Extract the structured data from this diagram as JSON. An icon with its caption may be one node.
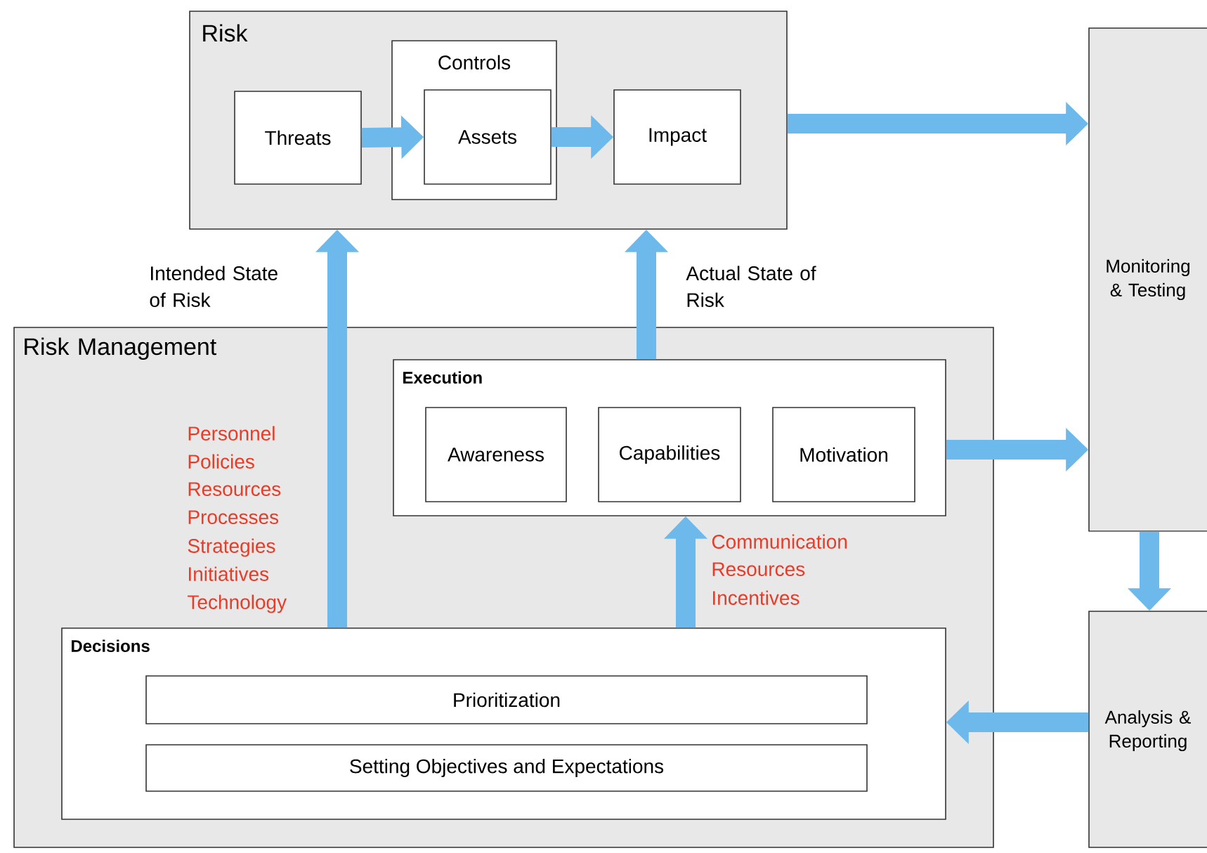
{
  "diagram": {
    "nodes": [
      {
        "text": [
          "Risk"
        ]
      },
      {
        "text": [
          "Threats"
        ],
        "in": 0
      },
      {
        "text": [
          "Controls"
        ],
        "in": 0
      },
      {
        "text": [
          "Assets"
        ],
        "in": 2
      },
      {
        "text": [
          "Impact"
        ],
        "in": 0
      },
      {
        "text": [
          "Monitoring & Testing"
        ]
      },
      {
        "text": [
          "Risk Management"
        ]
      },
      {
        "text": [
          "Execution"
        ],
        "in": 6
      },
      {
        "text": [
          "Awareness"
        ],
        "in": 7
      },
      {
        "text": [
          "Capabilities"
        ],
        "in": 7
      },
      {
        "text": [
          "Motivation"
        ],
        "in": 7
      },
      {
        "text": [
          "Decisions"
        ],
        "in": 6
      },
      {
        "text": [
          "Prioritization"
        ],
        "in": 11
      },
      {
        "text": [
          "Setting Objectives and Expectations"
        ],
        "in": 11
      },
      {
        "text": [
          "Analysis & Reporting"
        ]
      }
    ],
    "edges": [
      {
        "from": 1,
        "to": 3,
        "arrow": "to"
      },
      {
        "from": 3,
        "to": 4,
        "arrow": "to"
      },
      {
        "from": 0,
        "to": 5,
        "arrow": "to"
      },
      {
        "from": 11,
        "to": 0,
        "arrow": "to",
        "label": "Intended State of Risk"
      },
      {
        "from": 7,
        "to": 0,
        "arrow": "to",
        "label": "Actual State of Risk"
      },
      {
        "from": 11,
        "to": 7,
        "arrow": "to"
      },
      {
        "from": 7,
        "to": 5,
        "arrow": "to"
      },
      {
        "from": 5,
        "to": 14,
        "arrow": "to"
      },
      {
        "from": 14,
        "to": 11,
        "arrow": "to"
      }
    ],
    "labels": [
      "Personnel",
      "Policies",
      "Resources",
      "Processes",
      "Strategies",
      "Initiatives",
      "Technology",
      "Communication",
      "Resources",
      "Incentives"
    ]
  }
}
